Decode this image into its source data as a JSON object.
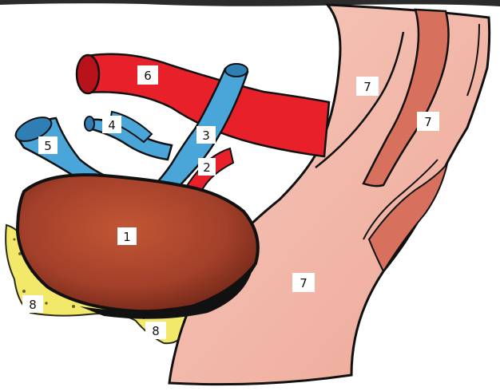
{
  "labels": {
    "l1": "1",
    "l2": "2",
    "l3": "3",
    "l4": "4",
    "l5": "5",
    "l6": "6",
    "l7a": "7",
    "l7b": "7",
    "l7c": "7",
    "l8a": "8",
    "l8b": "8"
  },
  "colors": {
    "artery": "#e8202a",
    "vein": "#4aa6d8",
    "organ": "#a5422a",
    "bowel": "#f2b7a8",
    "bowel_wall": "#d8705e",
    "fat": "#f2e86a",
    "outline": "#111111"
  }
}
